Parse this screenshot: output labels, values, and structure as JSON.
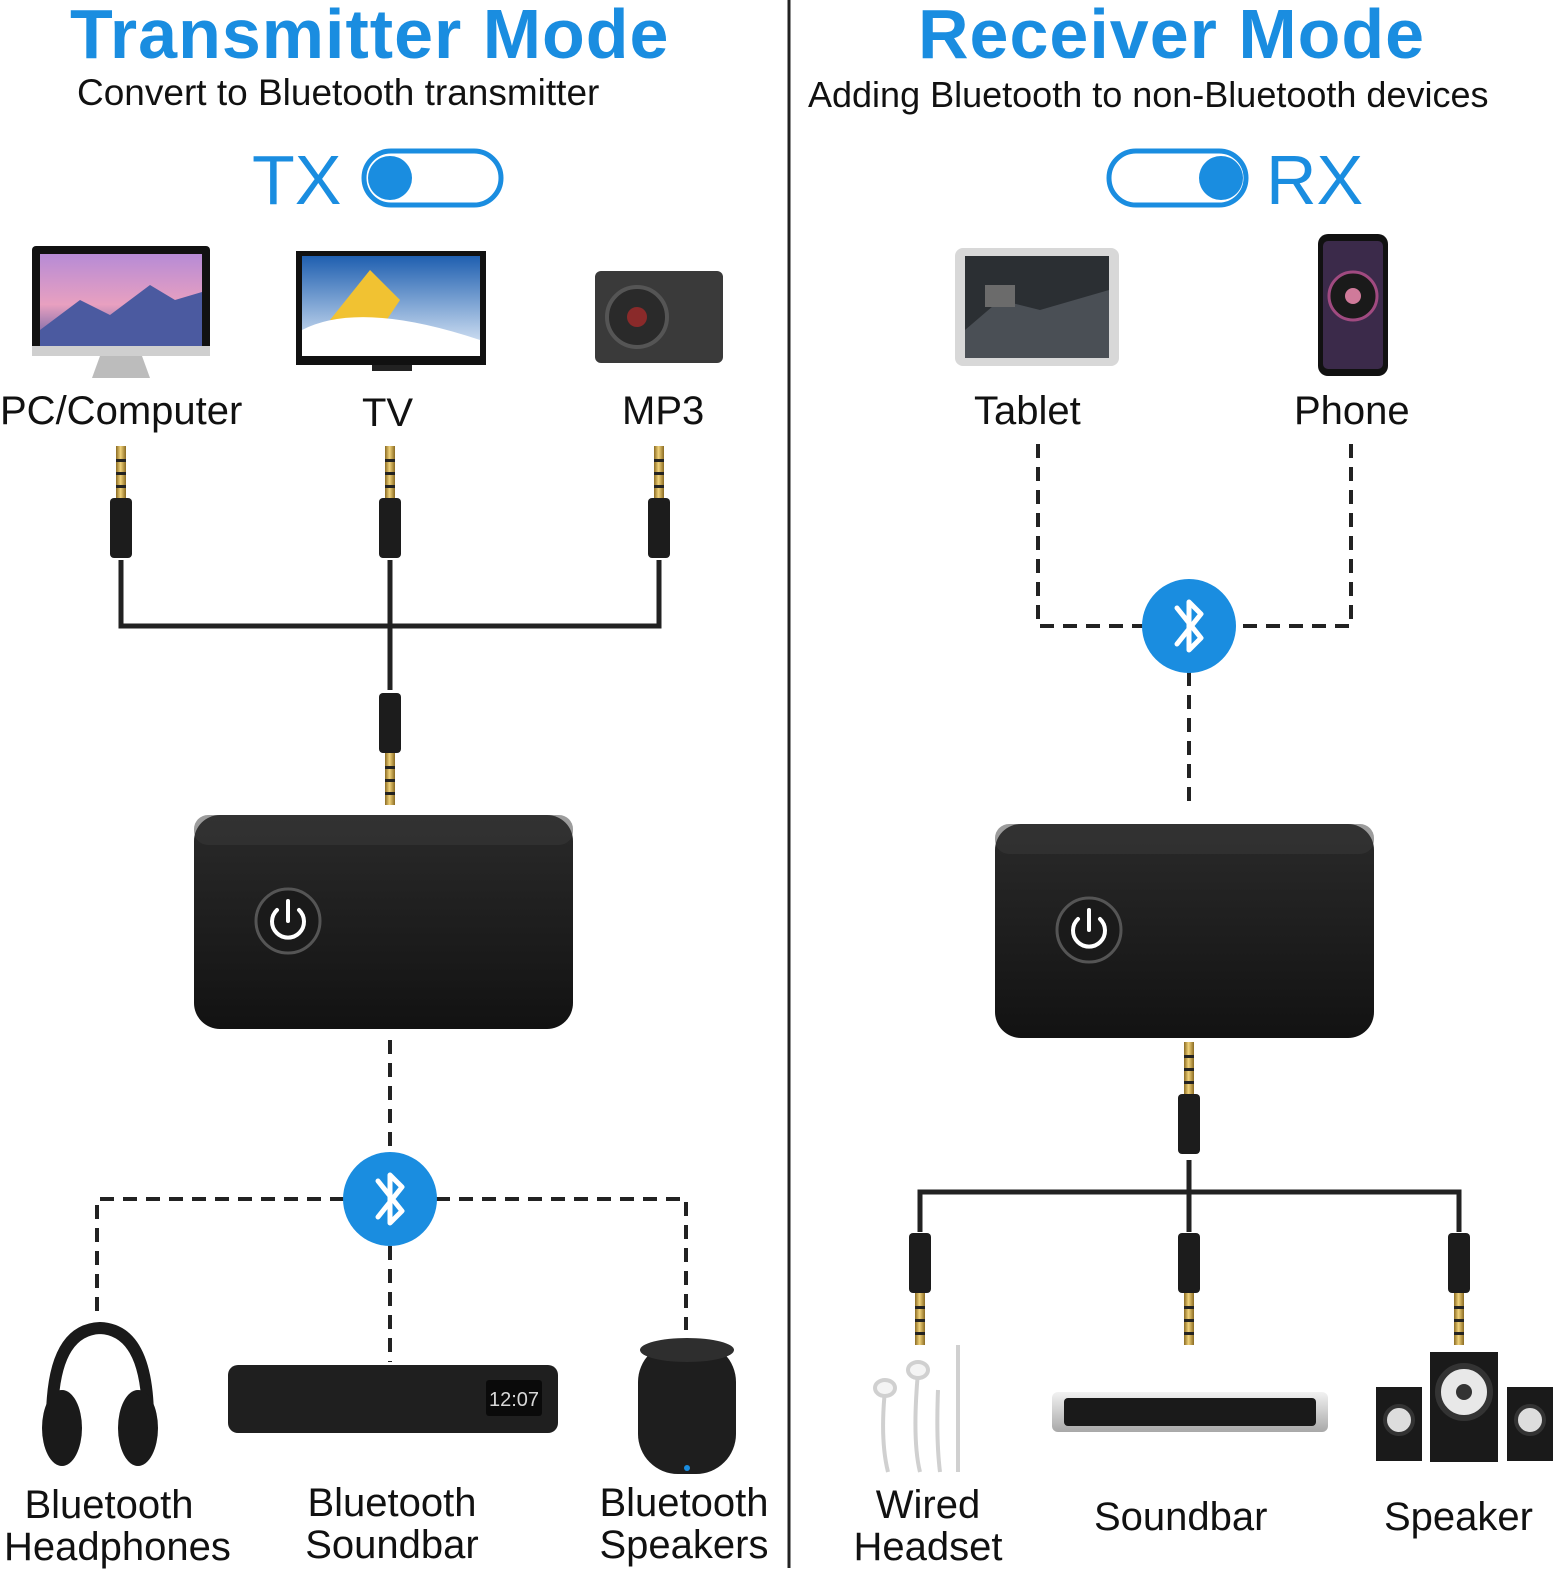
{
  "transmitter": {
    "title": "Transmitter Mode",
    "subtitle": "Convert to Bluetooth transmitter",
    "mode_code": "TX",
    "toggle_state": "left",
    "sources": [
      "PC/Computer",
      "TV",
      "MP3"
    ],
    "outputs": [
      {
        "line1": "Bluetooth",
        "line2": "Headphones"
      },
      {
        "line1": "Bluetooth",
        "line2": "Soundbar"
      },
      {
        "line1": "Bluetooth",
        "line2": "Speakers"
      }
    ]
  },
  "receiver": {
    "title": "Receiver Mode",
    "subtitle": "Adding Bluetooth to non-Bluetooth devices",
    "mode_code": "RX",
    "toggle_state": "right",
    "sources": [
      "Tablet",
      "Phone"
    ],
    "outputs": [
      {
        "line1": "Wired",
        "line2": "Headset"
      },
      {
        "line1": "Soundbar",
        "line2": ""
      },
      {
        "line1": "Speaker",
        "line2": ""
      }
    ]
  },
  "soundbar_display": "12:07",
  "colors": {
    "accent": "#1a8de0",
    "device_body": "#1c1c1c",
    "cable": "#222222",
    "plug_gold": "#c9a14a"
  },
  "icons": {
    "connection": "bluetooth-icon",
    "device_button": "power-icon"
  }
}
